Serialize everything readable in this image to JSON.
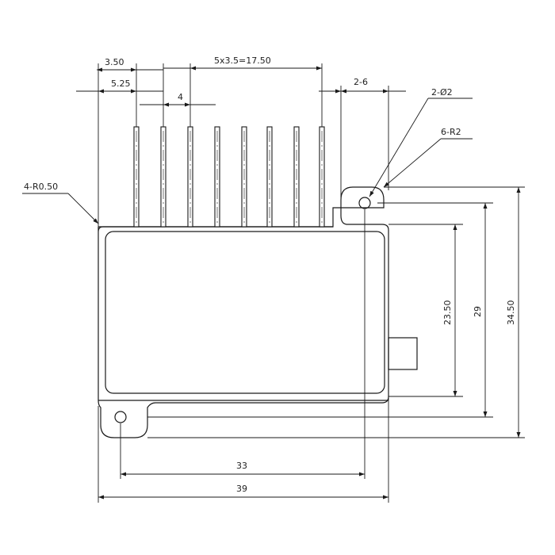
{
  "drawing": {
    "dimensions": {
      "pin_pitch_top": "3.50",
      "pin_offset": "5.25",
      "pin_gap": "4",
      "pin_span": "5x3.5=17.50",
      "tab_width": "2-6",
      "holes": "2-Ø2",
      "corner_radius_tabs": "6-R2",
      "corner_radius_body": "4-R0.50",
      "body_height": "23.50",
      "mid_height": "29",
      "total_height": "34.50",
      "hole_spacing": "33",
      "total_width": "39"
    }
  },
  "colors": {
    "line": "#1a1a1a",
    "background": "#ffffff"
  }
}
